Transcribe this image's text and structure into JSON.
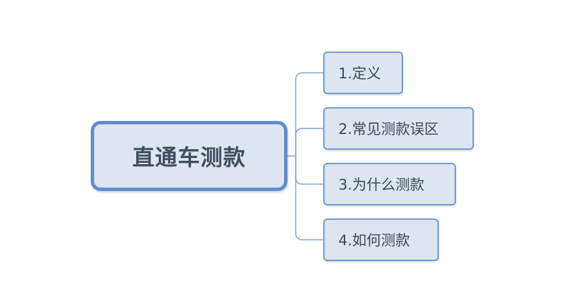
{
  "diagram": {
    "root": {
      "label": "直通车测款"
    },
    "children": [
      {
        "label": "1.定义"
      },
      {
        "label": "2.常见测款误区"
      },
      {
        "label": "3.为什么测款"
      },
      {
        "label": "4.如何测款"
      }
    ]
  },
  "colors": {
    "node_fill": "#dde5f0",
    "root_border": "#5d8fcd",
    "child_border": "#6e9bd2",
    "connector": "#7fa6d8",
    "text": "#3f4f62"
  }
}
